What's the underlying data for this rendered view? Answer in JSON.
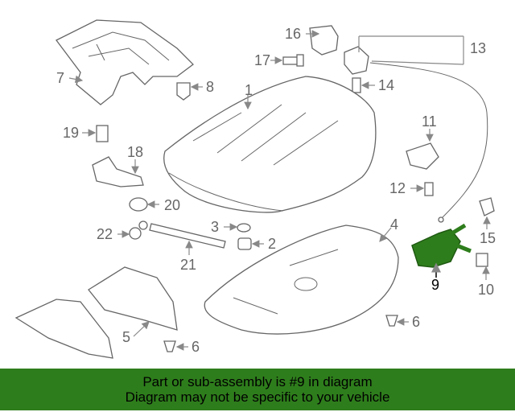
{
  "diagram": {
    "highlight_color": "#2e7d1c",
    "callouts": [
      "1",
      "2",
      "3",
      "4",
      "5",
      "6",
      "6",
      "7",
      "8",
      "9",
      "10",
      "11",
      "12",
      "13",
      "14",
      "15",
      "16",
      "17",
      "18",
      "19",
      "20",
      "21",
      "22"
    ]
  },
  "banner": {
    "line1": "Part or sub-assembly is #9 in diagram",
    "line2": "Diagram may not be specific to your vehicle",
    "background": "#2e7d1c"
  }
}
